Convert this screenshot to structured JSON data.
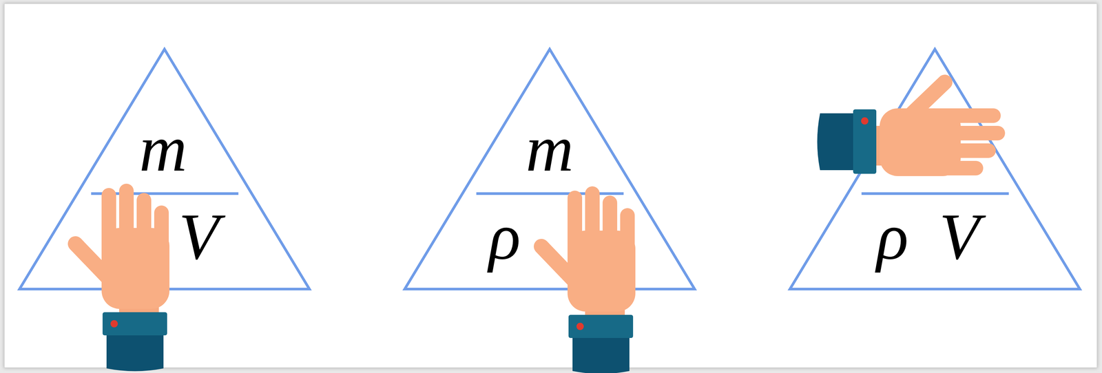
{
  "diagram": {
    "nodes": [
      {
        "text": [
          "m",
          "V"
        ]
      },
      {
        "text": [
          "m",
          "ρ"
        ]
      },
      {
        "text": [
          "ρ",
          "V"
        ]
      }
    ]
  }
}
